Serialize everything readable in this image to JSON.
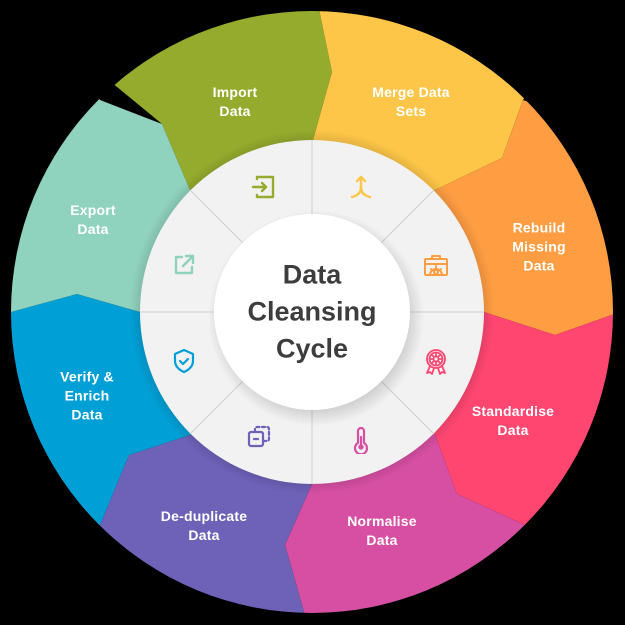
{
  "title": {
    "line1": "Data",
    "line2": "Cleansing",
    "line3": "Cycle"
  },
  "colors": {
    "background": "#000000",
    "ring": "#f2f2f2",
    "center": "#ffffff",
    "title_text": "#3d3d3d",
    "divider": "#cfcfcf"
  },
  "steps": [
    {
      "line1": "Import",
      "line2": "Data",
      "line3": "",
      "color": "#95ab2d",
      "icon": "import-icon"
    },
    {
      "line1": "Merge Data",
      "line2": "Sets",
      "line3": "",
      "color": "#fdc648",
      "icon": "merge-icon"
    },
    {
      "line1": "Rebuild",
      "line2": "Missing",
      "line3": "Data",
      "color": "#fe9d42",
      "icon": "toolbox-icon"
    },
    {
      "line1": "Standardise",
      "line2": "Data",
      "line3": "",
      "color": "#fe4671",
      "icon": "award-badge-icon"
    },
    {
      "line1": "Normalise",
      "line2": "Data",
      "line3": "",
      "color": "#d64fa3",
      "icon": "thermometer-icon"
    },
    {
      "line1": "De-duplicate",
      "line2": "Data",
      "line3": "",
      "color": "#6d61b8",
      "icon": "duplicate-icon"
    },
    {
      "line1": "Verify &",
      "line2": "Enrich",
      "line3": "Data",
      "color": "#009fd6",
      "icon": "shield-check-icon"
    },
    {
      "line1": "Export",
      "line2": "Data",
      "line3": "",
      "color": "#8fd2bd",
      "icon": "export-icon"
    }
  ]
}
